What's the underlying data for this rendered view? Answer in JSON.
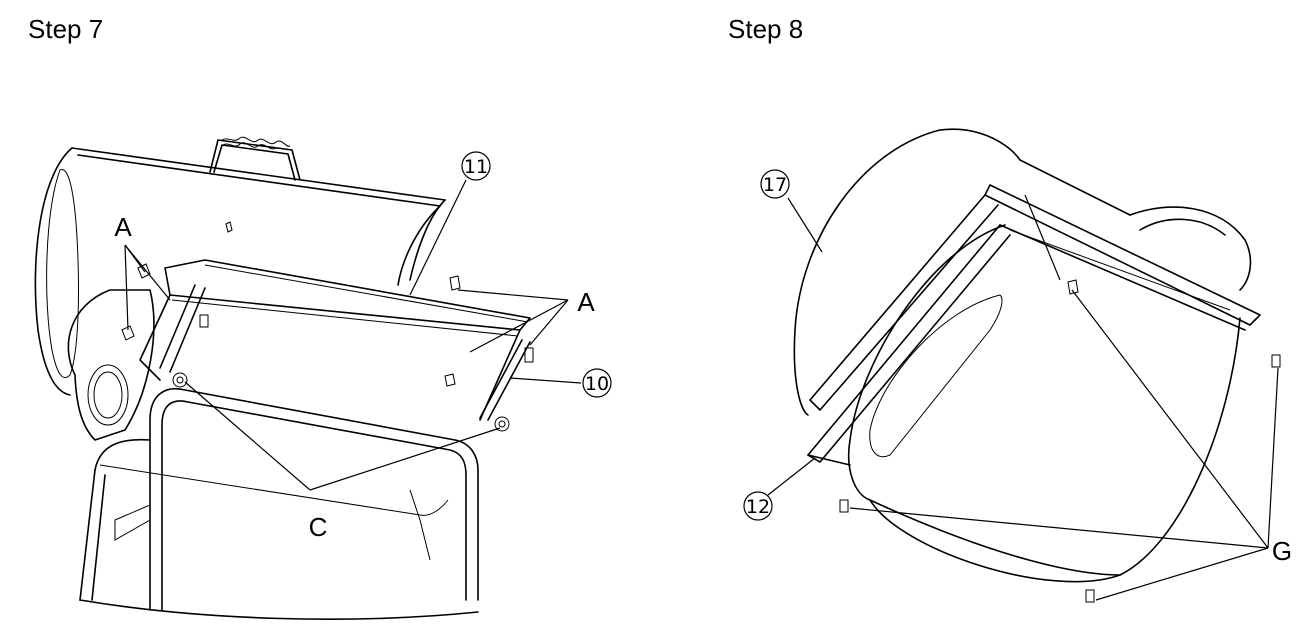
{
  "step7": {
    "title": "Step 7",
    "callouts": {
      "part11": "11",
      "part10": "10"
    },
    "letters": {
      "screw_a_left": "A",
      "screw_a_right": "A",
      "nut_c": "C"
    }
  },
  "step8": {
    "title": "Step 8",
    "callouts": {
      "part17": "17",
      "part12": "12"
    },
    "letters": {
      "screw_g": "G"
    }
  }
}
